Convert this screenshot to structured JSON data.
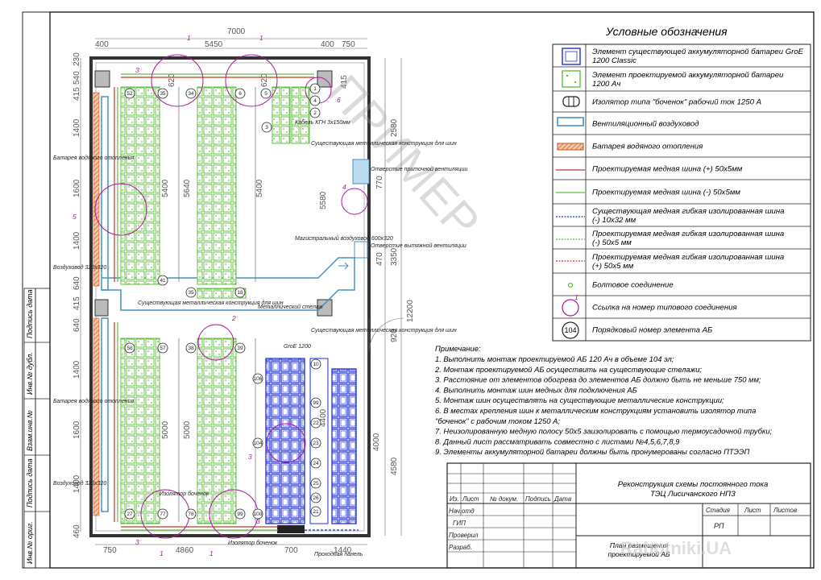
{
  "legend": {
    "title": "Условные обозначения",
    "items": [
      {
        "icon": "existing-battery-icon",
        "label": "Элемент существующей аккумуляторной батареи GroE 1200 Classic"
      },
      {
        "icon": "new-battery-icon",
        "label": "Элемент проектируемой аккумуляторной батареи 1200 Ач"
      },
      {
        "icon": "isolator-icon",
        "label": "Изолятор типа \"боченок\" рабочий ток 1250 А"
      },
      {
        "icon": "vent-duct-icon",
        "label": "Вентиляционный воздуховод"
      },
      {
        "icon": "heating-battery-icon",
        "label": "Батарея водяного отопления"
      },
      {
        "icon": "copper-bus-plus-icon",
        "label": "Проектируемая медная шина (+) 50х5мм"
      },
      {
        "icon": "copper-bus-minus-icon",
        "label": "Проектируемая медная шина (-) 50х5мм"
      },
      {
        "icon": "existing-flex-bus-icon",
        "label": "Существующая медная гибкая изолированная шина (-) 10х32 мм"
      },
      {
        "icon": "new-flex-bus-minus-icon",
        "label": "Проектируемая медная гибкая изолированная шина (-) 50х5 мм"
      },
      {
        "icon": "new-flex-bus-plus-icon",
        "label": "Проектируемая медная гибкая изолированная шина (+) 50х5 мм"
      },
      {
        "icon": "bolt-joint-icon",
        "label": "Болтовое соединение"
      },
      {
        "icon": "joint-ref-icon",
        "label": "Ссылка на номер типового соединения",
        "ref": "1"
      },
      {
        "icon": "element-number-icon",
        "label": "Порядковый номер элемента АБ",
        "ref": "104"
      }
    ]
  },
  "notes": {
    "title": "Примечание:",
    "items": [
      "1. Выполнить монтаж проектируемой АБ 120 Ач в объеме 104 эл;",
      "2. Монтаж проектируемой АБ осуществить на существующие стелажи;",
      "3. Расстояние от элементов обогрева до элементов АБ должно быть не меньше  750 мм;",
      "4. Выполнить монтаж шин медных для подключения АБ",
      "5. Монтаж шин осуществлять на существующие металлические конструкции;",
      "6. В местах крепления шин к металлическим конструкциям установить изолятор типа",
      "   \"боченок\" с рабочим током 1250 А;",
      "7. Неизолированную медную полосу 50х5 заизолировать с помощью термоусадочной трубки;",
      "8. Данный лист рассматривать совместно с листами №4,5,6,7,8,9",
      "9. Элементы аккумуляторной батареи должны быть пронумерованы согласно ПТЭЭП"
    ]
  },
  "title_block": {
    "project": "Реконструкция схемы постоянного тока",
    "project2": "ТЭЦ Лисичанского НПЗ",
    "sheet_title": "План размещения",
    "sheet_title2": "проектируемой  АБ",
    "col_headers": [
      "Из.",
      "Лист",
      "№ докум.",
      "Подпись",
      "Дата"
    ],
    "roles": [
      "Нач.отд",
      "ГИП",
      "Проверил",
      "Разраб."
    ],
    "stage_headers": [
      "Стадия",
      "Лист",
      "Листов"
    ],
    "stage_value": "РП"
  },
  "side_stamp": [
    "Инв.№ ориг.",
    "Подпись дата",
    "Взам.инв.№",
    "Инв.№ дубл.",
    "Подпись дата"
  ],
  "watermark": "ПРИМЕР",
  "site_watermark": "Rabotniki.UA",
  "dimensions": {
    "top_total": "7000",
    "top_row": [
      "400",
      "5450",
      "400",
      "750"
    ],
    "top_cols": [
      "620",
      "620"
    ],
    "right_h": [
      "2580",
      "3350",
      "12200",
      "920",
      "4580"
    ],
    "right_small": [
      "415",
      "770",
      "470"
    ],
    "left": [
      "230",
      "540",
      "415",
      "1400",
      "1600",
      "1400",
      "640",
      "415",
      "640",
      "1400",
      "1600",
      "1400",
      "460"
    ],
    "bottom": [
      "750",
      "4860",
      "700",
      "1440"
    ],
    "rack_lengths": [
      "5400",
      "5640",
      "5400",
      "5580",
      "5000",
      "5000",
      "4400",
      "4000"
    ]
  },
  "plan_labels": {
    "heater_top": "Батарея водяного отопления",
    "heater_bot": "Батарея водяного отопления",
    "duct_top": "Воздуховод 320х320",
    "duct_bot": "Воздуховод 320х320",
    "cable": "Кабель КГН 3х150мм",
    "metal_top": "Существующая металлическая конструкция для шин",
    "metal_mid_left": "Существующая металлическая конструкция для шин",
    "metal_mid_right": "Существующая металлическая конструкция для шин",
    "supply_vent": "Отверстие приточной вентиляции",
    "exhaust_vent": "Отверстие вытяжной вентиляции",
    "main_duct": "Магистральный воздуховод 600х320",
    "metal_rack": "Металлический стелаж",
    "groe": "GroE 1200",
    "iso1": "Изолятор боченок",
    "iso2": "Изолятор боченок",
    "panel": "Проходная панель"
  },
  "element_numbers": [
    "52",
    "35",
    "34",
    "6",
    "5",
    "4",
    "2",
    "3",
    "1",
    "41",
    "35",
    "18",
    "58",
    "57",
    "38",
    "39",
    "106",
    "104",
    "10",
    "99",
    "77",
    "78",
    "99",
    "100",
    "21",
    "22",
    "23",
    "24",
    "25",
    "26",
    "27"
  ],
  "joint_refs": [
    "1",
    "1",
    "3",
    "6",
    "4",
    "5",
    "2",
    "3",
    "1",
    "1",
    "3",
    "3"
  ],
  "colors": {
    "existing": "#1f2fd6",
    "new": "#5fbf3f",
    "plus": "#c0392b",
    "minus": "#5fbf3f",
    "duct": "#4a90c2",
    "joint": "#b0169a",
    "heater": "#c8561a"
  }
}
